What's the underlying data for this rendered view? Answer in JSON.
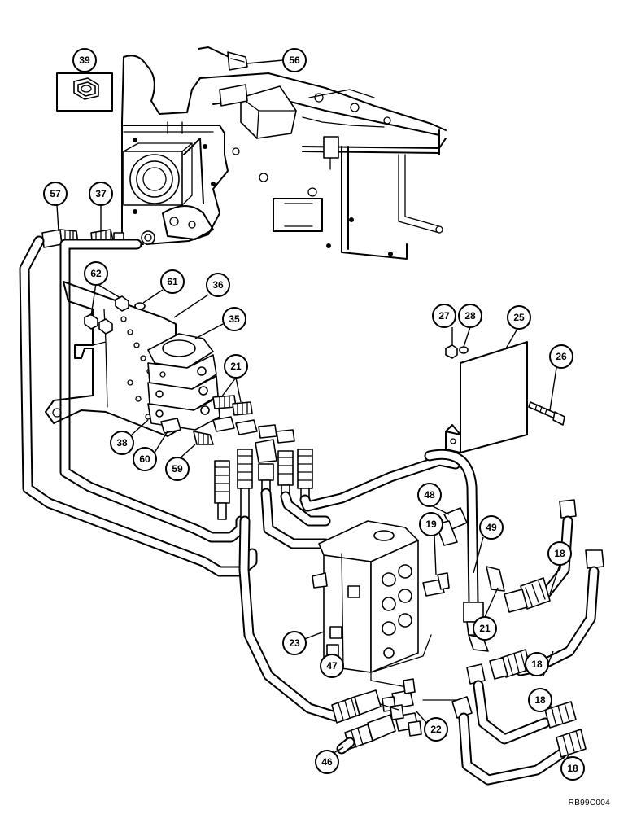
{
  "figure_code": "RB99C004",
  "callouts": [
    {
      "id": "c39",
      "label": "39"
    },
    {
      "id": "c56",
      "label": "56"
    },
    {
      "id": "c57",
      "label": "57"
    },
    {
      "id": "c37",
      "label": "37"
    },
    {
      "id": "c62",
      "label": "62"
    },
    {
      "id": "c61",
      "label": "61"
    },
    {
      "id": "c36",
      "label": "36"
    },
    {
      "id": "c35",
      "label": "35"
    },
    {
      "id": "c21a",
      "label": "21"
    },
    {
      "id": "c38",
      "label": "38"
    },
    {
      "id": "c60",
      "label": "60"
    },
    {
      "id": "c59",
      "label": "59"
    },
    {
      "id": "c27",
      "label": "27"
    },
    {
      "id": "c28",
      "label": "28"
    },
    {
      "id": "c25",
      "label": "25"
    },
    {
      "id": "c26",
      "label": "26"
    },
    {
      "id": "c48",
      "label": "48"
    },
    {
      "id": "c19",
      "label": "19"
    },
    {
      "id": "c49",
      "label": "49"
    },
    {
      "id": "c18a",
      "label": "18"
    },
    {
      "id": "c21b",
      "label": "21"
    },
    {
      "id": "c23",
      "label": "23"
    },
    {
      "id": "c47",
      "label": "47"
    },
    {
      "id": "c18b",
      "label": "18"
    },
    {
      "id": "c18c",
      "label": "18"
    },
    {
      "id": "c22",
      "label": "22"
    },
    {
      "id": "c46",
      "label": "46"
    },
    {
      "id": "c18d",
      "label": "18"
    }
  ]
}
